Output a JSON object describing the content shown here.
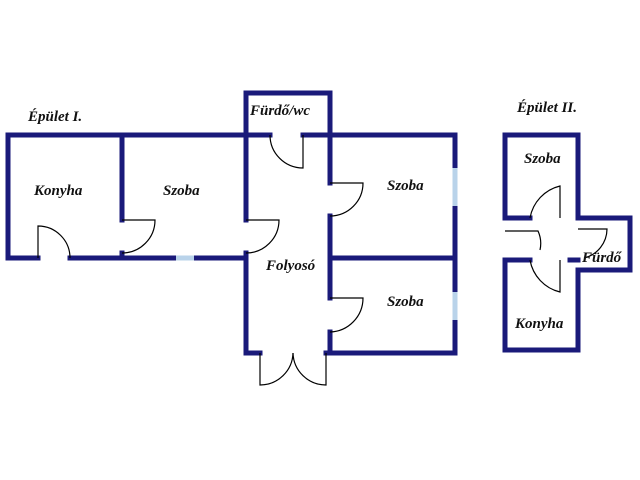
{
  "colors": {
    "wall": "#1a1a7a",
    "window": "#b9d3ea",
    "door": "#000000"
  },
  "building1": {
    "title": "Épület I.",
    "rooms": {
      "kitchen": "Konyha",
      "room1": "Szoba",
      "bathroom": "Fürdő/wc",
      "corridor": "Folyosó",
      "room2": "Szoba",
      "room3": "Szoba"
    }
  },
  "building2": {
    "title": "Épület II.",
    "rooms": {
      "room": "Szoba",
      "bathroom": "Fürdő",
      "kitchen": "Konyha"
    }
  }
}
